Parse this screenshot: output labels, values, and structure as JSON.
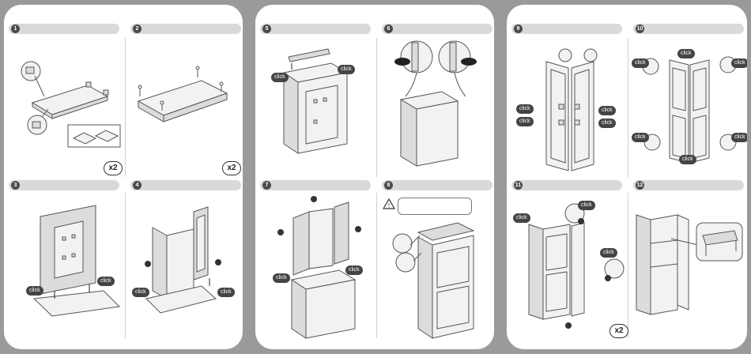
{
  "panels": [
    {
      "steps": [
        {
          "num": "1",
          "badge": "x2"
        },
        {
          "num": "2",
          "badge": "x2"
        },
        {
          "num": "3",
          "clicks": [
            "click",
            "click"
          ]
        },
        {
          "num": "4",
          "clicks": [
            "click",
            "click"
          ]
        }
      ]
    },
    {
      "steps": [
        {
          "num": "5",
          "clicks": [
            "click",
            "click"
          ]
        },
        {
          "num": "6"
        },
        {
          "num": "7",
          "clicks": [
            "click",
            "click"
          ]
        },
        {
          "num": "8"
        }
      ]
    },
    {
      "steps": [
        {
          "num": "9",
          "clicks": [
            "click",
            "click",
            "click",
            "click"
          ]
        },
        {
          "num": "10",
          "clicks": [
            "click",
            "click",
            "click",
            "click",
            "click",
            "click"
          ]
        },
        {
          "num": "11",
          "clicks": [
            "click",
            "click",
            "click"
          ],
          "badge": "x2"
        },
        {
          "num": "12"
        }
      ]
    }
  ]
}
